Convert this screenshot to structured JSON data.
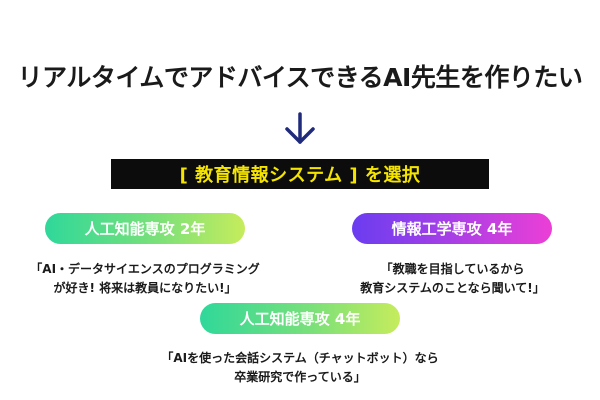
{
  "headline": "リアルタイムでアドバイスできるAI先生を作りたい",
  "banner": "[ 教育情報システム ] を選択",
  "cards": [
    {
      "label": "人工知能専攻 2年",
      "quote_lines": [
        "「AI・データサイエンスのプログラミング",
        "が好き! 将来は教員になりたい!」"
      ]
    },
    {
      "label": "情報工学専攻 4年",
      "quote_lines": [
        "「教職を目指しているから",
        "教育システムのことなら聞いて!」"
      ]
    },
    {
      "label": "人工知能専攻 4年",
      "quote_lines": [
        "「AIを使った会話システム（チャットボット）なら",
        "卒業研究で作っている」"
      ]
    }
  ],
  "icons": {
    "arrow": "arrow-down-icon"
  },
  "colors": {
    "arrow": "#1f2a7a",
    "banner_bg": "#0c0c0c",
    "banner_text": "#f4e400",
    "green_gradient": [
      "#2fd89a",
      "#c6ec5c"
    ],
    "purple_gradient": [
      "#6a3df0",
      "#ec3fd6"
    ]
  }
}
